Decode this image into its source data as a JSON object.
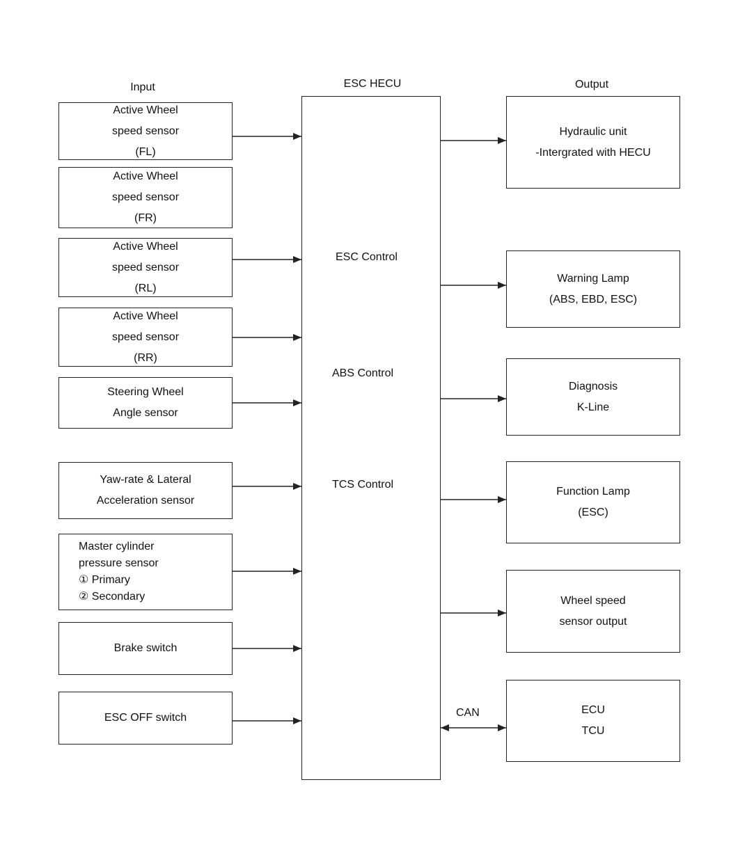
{
  "headers": {
    "input": "Input",
    "hecu": "ESC HECU",
    "output": "Output"
  },
  "hecu_functions": [
    "ESC Control",
    "ABS Control",
    "TCS Control"
  ],
  "inputs": [
    {
      "lines": [
        "Active Wheel",
        "speed sensor",
        "(FL)"
      ]
    },
    {
      "lines": [
        "Active Wheel",
        "speed sensor",
        "(FR)"
      ]
    },
    {
      "lines": [
        "Active Wheel",
        "speed sensor",
        "(RL)"
      ]
    },
    {
      "lines": [
        "Active Wheel",
        "speed sensor",
        "(RR)"
      ]
    },
    {
      "lines": [
        "Steering Wheel",
        "Angle sensor"
      ]
    },
    {
      "lines": [
        "Yaw-rate & Lateral",
        "Acceleration sensor"
      ]
    },
    {
      "lines": [
        "Master cylinder",
        "pressure sensor",
        "① Primary",
        "② Secondary"
      ]
    },
    {
      "lines": [
        "Brake switch"
      ]
    },
    {
      "lines": [
        "ESC OFF switch"
      ]
    }
  ],
  "outputs": [
    {
      "lines": [
        "Hydraulic unit",
        "-Intergrated with HECU"
      ]
    },
    {
      "lines": [
        "Warning Lamp",
        "(ABS, EBD, ESC)"
      ]
    },
    {
      "lines": [
        "Diagnosis",
        "K-Line"
      ]
    },
    {
      "lines": [
        "Function Lamp",
        "(ESC)"
      ]
    },
    {
      "lines": [
        "Wheel speed",
        "sensor output"
      ]
    },
    {
      "lines": [
        "ECU",
        "TCU"
      ]
    }
  ],
  "can_label": "CAN"
}
